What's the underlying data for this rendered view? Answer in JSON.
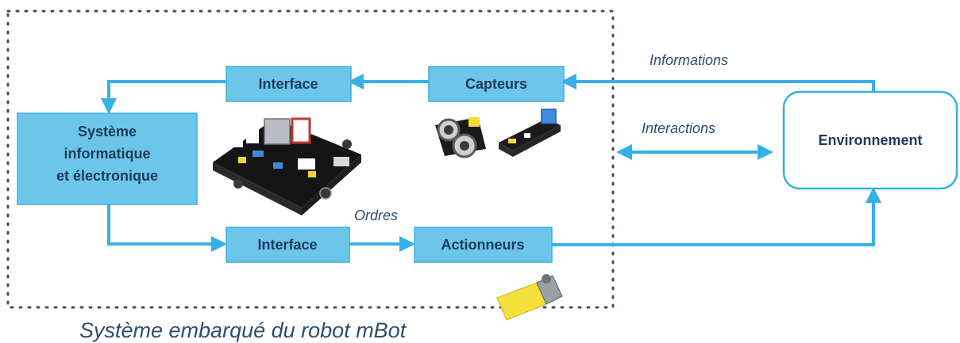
{
  "colors": {
    "box_fill": "#6cc6ea",
    "box_stroke": "#3eaee0",
    "arrow": "#36b1e6",
    "dotted_border": "#3f4f63",
    "text_dark": "#1f3a5a",
    "text_italic": "#2f4d6e"
  },
  "boxes": {
    "interface_top": "Interface",
    "capteurs": "Capteurs",
    "systeme_line1": "Système",
    "systeme_line2": "informatique",
    "systeme_line3": "et électronique",
    "interface_bottom": "Interface",
    "actionneurs": "Actionneurs",
    "environnement": "Environnement"
  },
  "labels": {
    "informations": "Informations",
    "interactions": "Interactions",
    "ordres": "Ordres"
  },
  "caption": "Système embarqué du robot mBot",
  "icons": [
    "circuit-board-icon",
    "ultrasonic-sensor-icon",
    "button-sensor-icon",
    "motor-icon"
  ]
}
